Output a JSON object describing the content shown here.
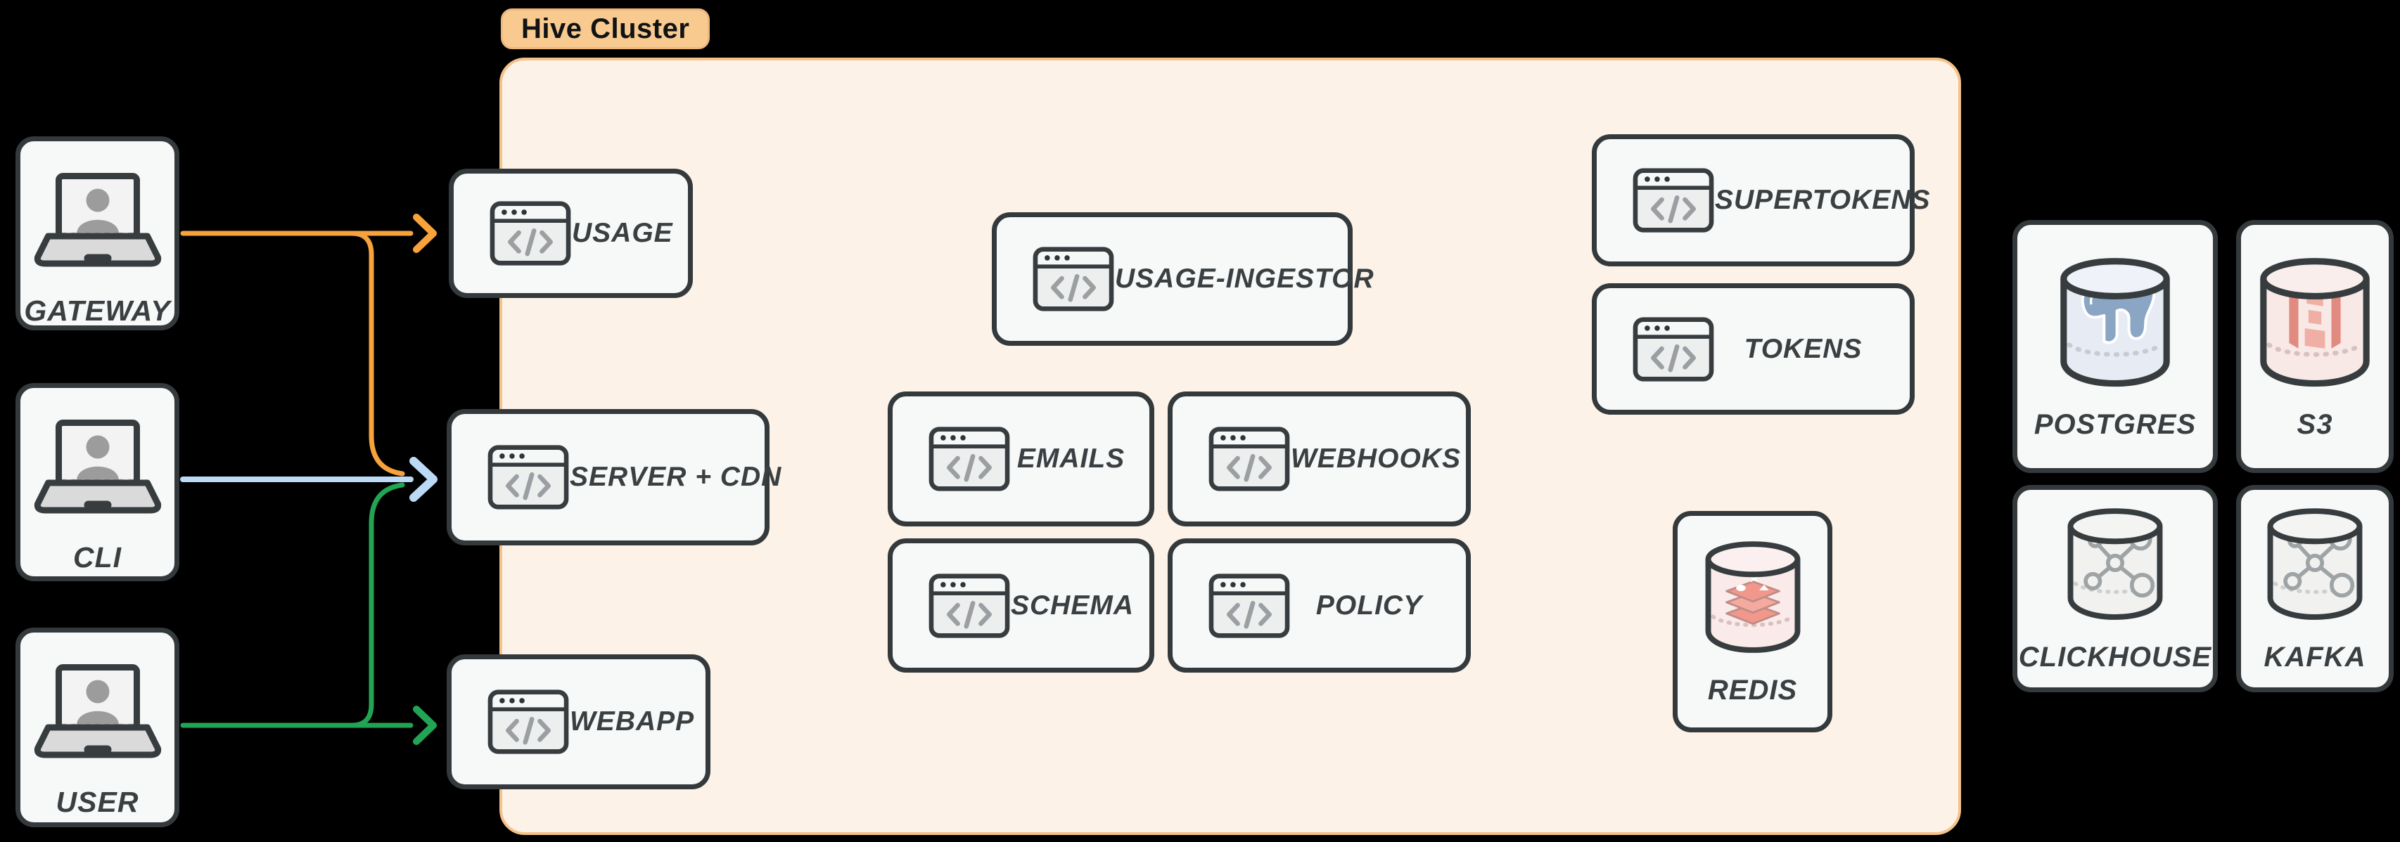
{
  "diagram_title": "Hive Cluster",
  "colors": {
    "background": "#000000",
    "node_fill": "#F7F8F8",
    "node_border": "#34393C",
    "label_text": "#3A3F42",
    "cluster_fill": "#FDF2E8",
    "cluster_border": "#F5C289",
    "cluster_label_fill": "#F8CA90",
    "arrow_orange": "#F7A23B",
    "arrow_blue": "#BCDAF6",
    "arrow_green": "#22A455"
  },
  "clients": {
    "gateway": {
      "label": "GATEWAY",
      "icon": "laptop-user-icon"
    },
    "cli": {
      "label": "CLI",
      "icon": "laptop-user-icon"
    },
    "user": {
      "label": "USER",
      "icon": "laptop-user-icon"
    }
  },
  "cluster": {
    "label": "Hive Cluster",
    "services": {
      "usage": {
        "label": "USAGE",
        "icon": "code-window-icon"
      },
      "server_cdn": {
        "label": "SERVER + CDN",
        "icon": "code-window-icon"
      },
      "webapp": {
        "label": "WEBAPP",
        "icon": "code-window-icon"
      },
      "usage_ingestor": {
        "label": "USAGE-INGESTOR",
        "icon": "code-window-icon"
      },
      "emails": {
        "label": "EMAILS",
        "icon": "code-window-icon"
      },
      "webhooks": {
        "label": "WEBHOOKS",
        "icon": "code-window-icon"
      },
      "schema": {
        "label": "SCHEMA",
        "icon": "code-window-icon"
      },
      "policy": {
        "label": "POLICY",
        "icon": "code-window-icon"
      },
      "supertokens": {
        "label": "SUPERTOKENS",
        "icon": "code-window-icon"
      },
      "tokens": {
        "label": "TOKENS",
        "icon": "code-window-icon"
      },
      "redis": {
        "label": "REDIS",
        "icon": "redis-database-icon"
      }
    }
  },
  "datastores": {
    "postgres": {
      "label": "POSTGRES",
      "icon": "postgres-database-icon"
    },
    "s3": {
      "label": "S3",
      "icon": "s3-database-icon"
    },
    "clickhouse": {
      "label": "CLICKHOUSE",
      "icon": "molecule-database-icon"
    },
    "kafka": {
      "label": "KAFKA",
      "icon": "molecule-database-icon"
    }
  },
  "arrows": [
    {
      "from": "GATEWAY",
      "to": "USAGE",
      "color": "#F7A23B"
    },
    {
      "from": "GATEWAY",
      "to": "SERVER + CDN",
      "color": "#F7A23B"
    },
    {
      "from": "CLI",
      "to": "SERVER + CDN",
      "color": "#BCDAF6"
    },
    {
      "from": "USER",
      "to": "SERVER + CDN",
      "color": "#22A455"
    },
    {
      "from": "USER",
      "to": "WEBAPP",
      "color": "#22A455"
    }
  ]
}
